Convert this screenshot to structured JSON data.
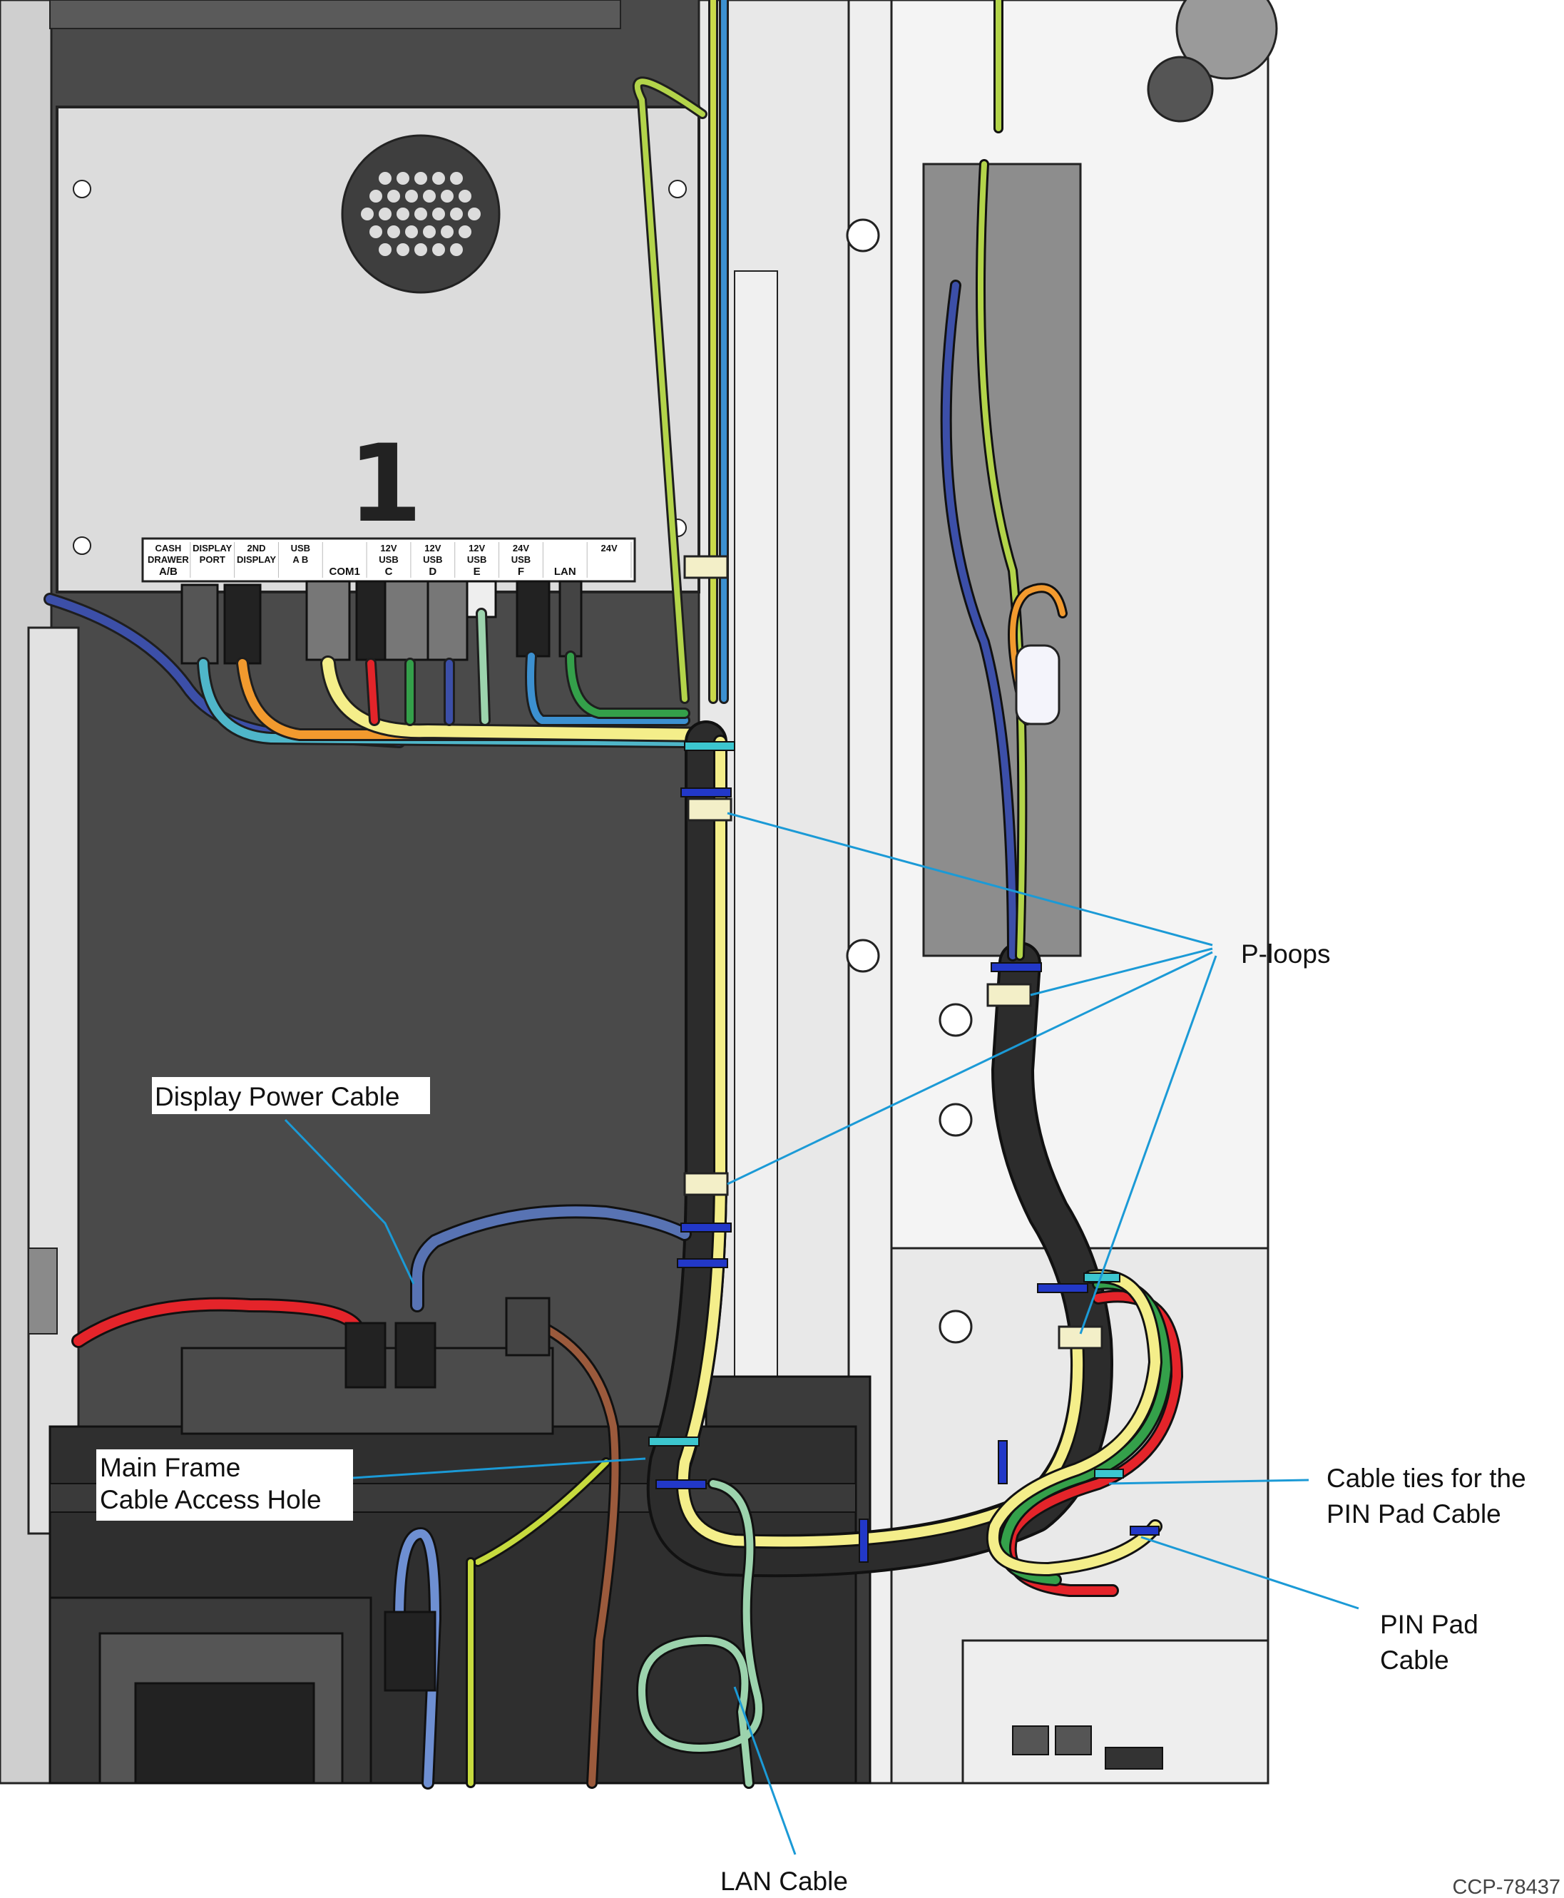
{
  "callouts": {
    "p_loops": "P-loops",
    "display_power_cable": "Display Power Cable",
    "main_frame_line1": "Main Frame",
    "main_frame_line2": "Cable Access Hole",
    "cable_ties_line1": "Cable ties for the",
    "cable_ties_line2": "PIN Pad Cable",
    "pin_pad_line1": "PIN Pad",
    "pin_pad_line2": "Cable",
    "lan_cable": "LAN Cable"
  },
  "figure_id": "CCP-78437",
  "module_number": "1",
  "io_panel": {
    "ports": [
      {
        "top": "CASH",
        "mid": "DRAWER",
        "bot": "A/B"
      },
      {
        "top": "DISPLAY",
        "mid": "PORT",
        "bot": ""
      },
      {
        "top": "2ND",
        "mid": "DISPLAY",
        "bot": ""
      },
      {
        "top": "USB",
        "mid": "A  B",
        "bot": ""
      },
      {
        "top": "",
        "mid": "",
        "bot": "COM1"
      },
      {
        "top": "12V",
        "mid": "USB",
        "bot": "C"
      },
      {
        "top": "12V",
        "mid": "USB",
        "bot": "D"
      },
      {
        "top": "12V",
        "mid": "USB",
        "bot": "E"
      },
      {
        "top": "24V",
        "mid": "USB",
        "bot": "F"
      },
      {
        "top": "",
        "mid": "",
        "bot": "LAN"
      },
      {
        "top": "24V",
        "mid": "",
        "bot": ""
      }
    ]
  },
  "colors": {
    "callout_line": "#1b9ad6",
    "cabinet_dark": "#4a4a4a",
    "sheet_metal": "#dcdcdc",
    "cable_black": "#1e1e1e",
    "cable_yellow": "#f4ee8a",
    "cable_blue": "#3c4fa8",
    "cable_teal": "#4fb6c9",
    "cable_red": "#e4242a",
    "cable_green": "#34a04a",
    "cable_lan": "#9cd3ad",
    "cable_brown": "#9b5a3c",
    "cable_orange": "#f29a2e",
    "tie_teal": "#3cc6cf",
    "tie_blue": "#2238c8"
  }
}
